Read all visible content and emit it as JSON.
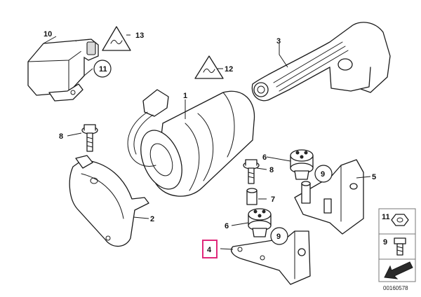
{
  "callouts": {
    "c1": "1",
    "c2": "2",
    "c3": "3",
    "c4": "4",
    "c5": "5",
    "c6a": "6",
    "c6b": "6",
    "c7": "7",
    "c8a": "8",
    "c8b": "8",
    "c9a": "9",
    "c9b": "9",
    "c10": "10",
    "c11": "11",
    "c12": "12",
    "c13": "13"
  },
  "legend": {
    "item_a": "11",
    "item_b": "9"
  },
  "doc_id": "00160578",
  "highlight_color": "#e0287a",
  "icons": [
    "warning-triangle-icon",
    "arrow-down-left-icon"
  ]
}
